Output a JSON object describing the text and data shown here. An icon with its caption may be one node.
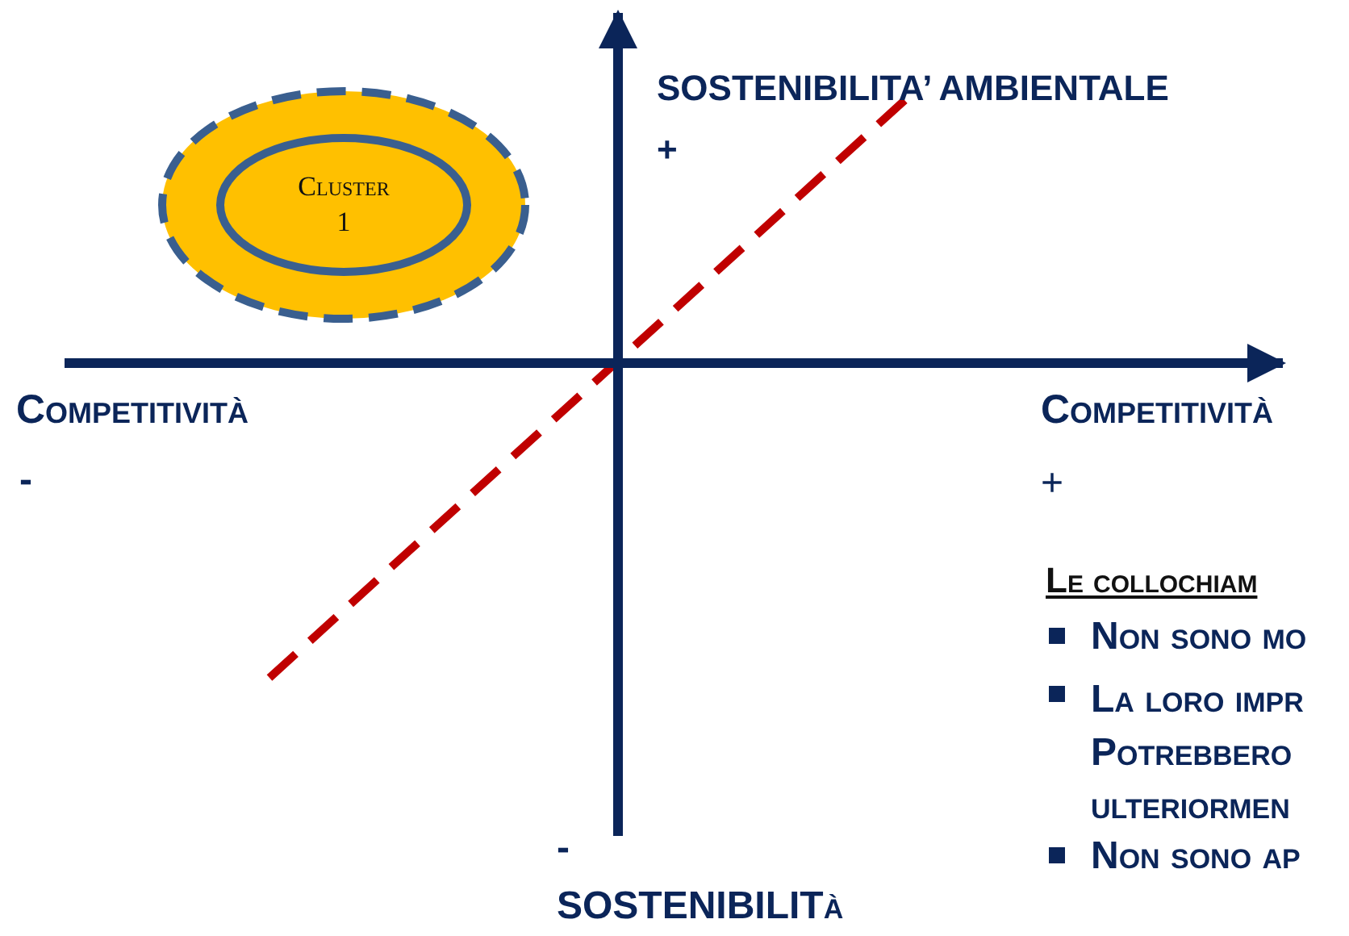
{
  "diagram": {
    "nodes": [
      {
        "text": [],
        "shape": "circle"
      },
      {
        "text": [
          "Cluster 1"
        ],
        "in": 0
      }
    ],
    "edges": [],
    "labels": [
      "SOSTENIBILITA’ AMBIENTALE",
      "+",
      "Competitività",
      "-",
      "Competitività",
      "+",
      "Le collochiam",
      "Non sono mo",
      "La loro impr Potrebbero ulteriormen",
      "Non sono ap",
      "-",
      "SOSTENIBILITà"
    ]
  }
}
